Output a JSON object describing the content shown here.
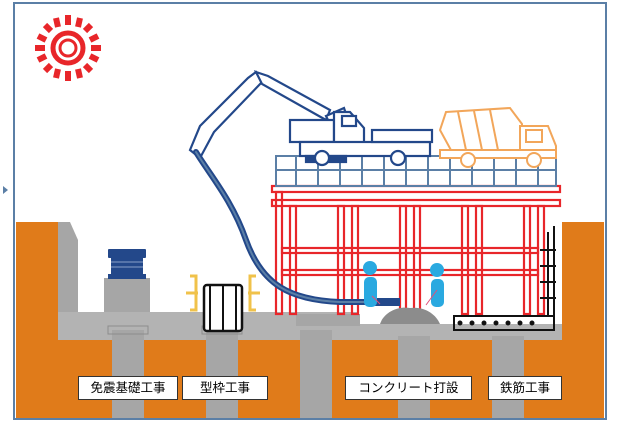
{
  "labels": {
    "seismic": "免震基礎工事",
    "formwork": "型枠工事",
    "concrete": "コンクリート打設",
    "rebar": "鉄筋工事"
  },
  "colors": {
    "frame": "#5b7fa6",
    "soil": "#e07b1a",
    "concrete": "#a6a6a6",
    "scaffold_red": "#e8262a",
    "pump_navy": "#23488a",
    "mixer_orange": "#f2a65a",
    "worker_blue": "#2aa9e0",
    "sun_red": "#e8262a"
  },
  "icons": [
    "sun-icon",
    "concrete-pump-truck-icon",
    "mixer-truck-icon",
    "seismic-isolator-icon",
    "formwork-icon",
    "worker-icon",
    "rebar-cage-icon"
  ]
}
